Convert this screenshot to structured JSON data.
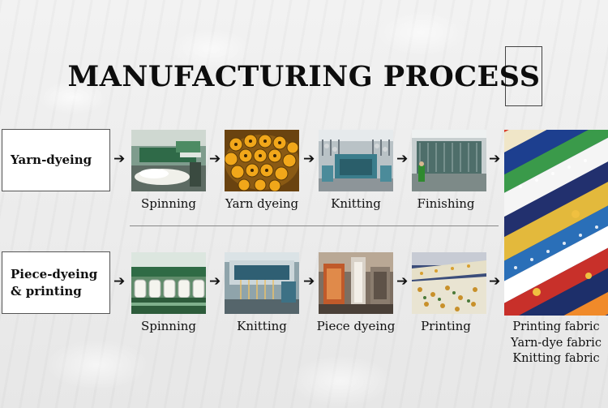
{
  "title": "MANUFACTURING PROCESS",
  "rows": [
    {
      "label": "Yarn-dyeing",
      "steps": [
        {
          "caption": "Spinning",
          "icon": "spinning-machine"
        },
        {
          "caption": "Yarn dyeing",
          "icon": "yarn-dyeing-cones"
        },
        {
          "caption": "Knitting",
          "icon": "circular-knitting-machine"
        },
        {
          "caption": "Finishing",
          "icon": "finishing-line"
        }
      ]
    },
    {
      "label": "Piece-dyeing & printing",
      "steps": [
        {
          "caption": "Spinning",
          "icon": "yarn-spools"
        },
        {
          "caption": "Knitting",
          "icon": "flat-knitting-machine"
        },
        {
          "caption": "Piece dyeing",
          "icon": "dyeing-vats"
        },
        {
          "caption": "Printing",
          "icon": "printing-machine"
        }
      ]
    }
  ],
  "arrow_glyph": "➔",
  "fabric_outputs": [
    "Printing fabric",
    "Yarn-dye fabric",
    "Knitting fabric"
  ]
}
